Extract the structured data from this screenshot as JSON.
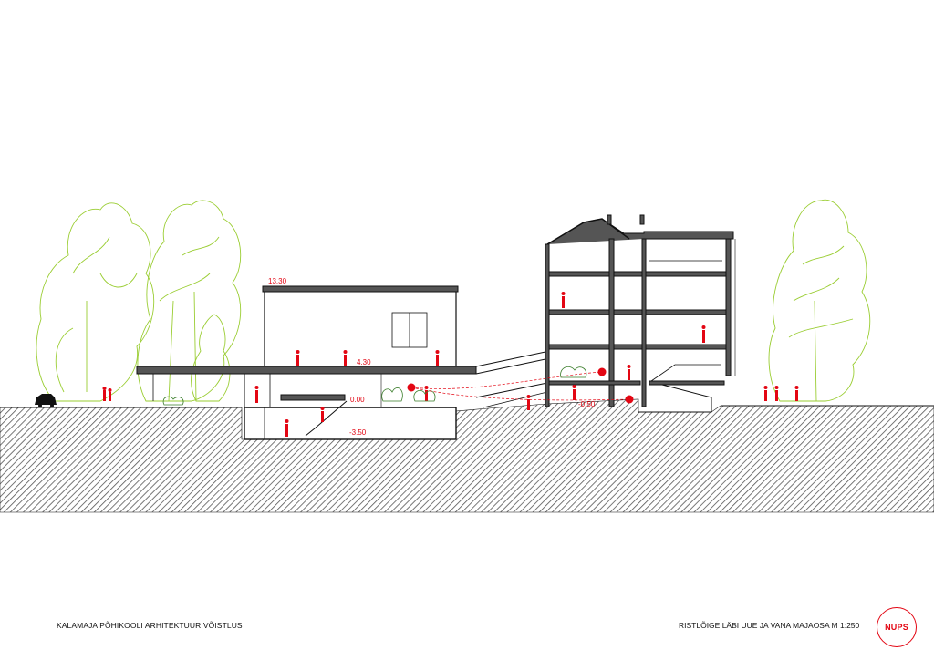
{
  "drawing": {
    "title_left": "KALAMAJA PÕHIKOOLI ARHITEKTUURIVÕISTLUS",
    "title_right": "RISTLÕIGE LÄBI UUE JA VANA MAJAOSA M 1:250",
    "logo_text": "NUPS"
  },
  "elevations": {
    "roof": "13.30",
    "first_floor": "4.30",
    "ground": "0.00",
    "basement": "-3.50",
    "courtyard": "-0.50"
  },
  "colors": {
    "annotation": "#e30613",
    "trees": "#9acd32",
    "ground_hatch": "#555555",
    "line": "#111111"
  }
}
